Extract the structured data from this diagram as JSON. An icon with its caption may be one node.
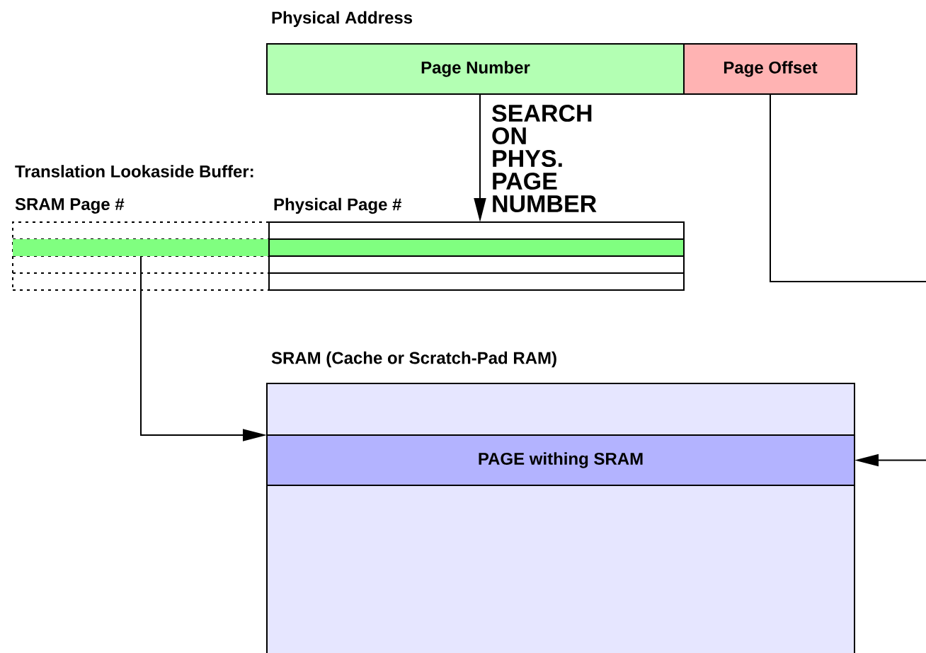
{
  "diagram": {
    "nodes": [
      {
        "text": [
          "Page Number"
        ]
      },
      {
        "text": [
          "Page Offset"
        ]
      },
      {
        "text": [
          "Physical Page #"
        ]
      },
      {
        "text": [
          "SRAM Page #"
        ]
      },
      {
        "text": [],
        "shape": "bar",
        "in": 3
      },
      {
        "text": [
          "SRAM (Cache or Scratch-Pad RAM)"
        ]
      },
      {
        "text": [
          "PAGE withing SRAM"
        ],
        "in": 5
      }
    ],
    "edges": [
      {
        "from": 0,
        "to": 2,
        "arrow": "to",
        "label": "SEARCH ON PHYS. PAGE NUMBER"
      },
      {
        "from": 4,
        "to": 6,
        "arrow": "to"
      },
      {
        "from": 1,
        "to": 6,
        "arrow": "to"
      }
    ],
    "labels": [
      "Physical Address",
      "Translation Lookaside Buffer:"
    ]
  }
}
